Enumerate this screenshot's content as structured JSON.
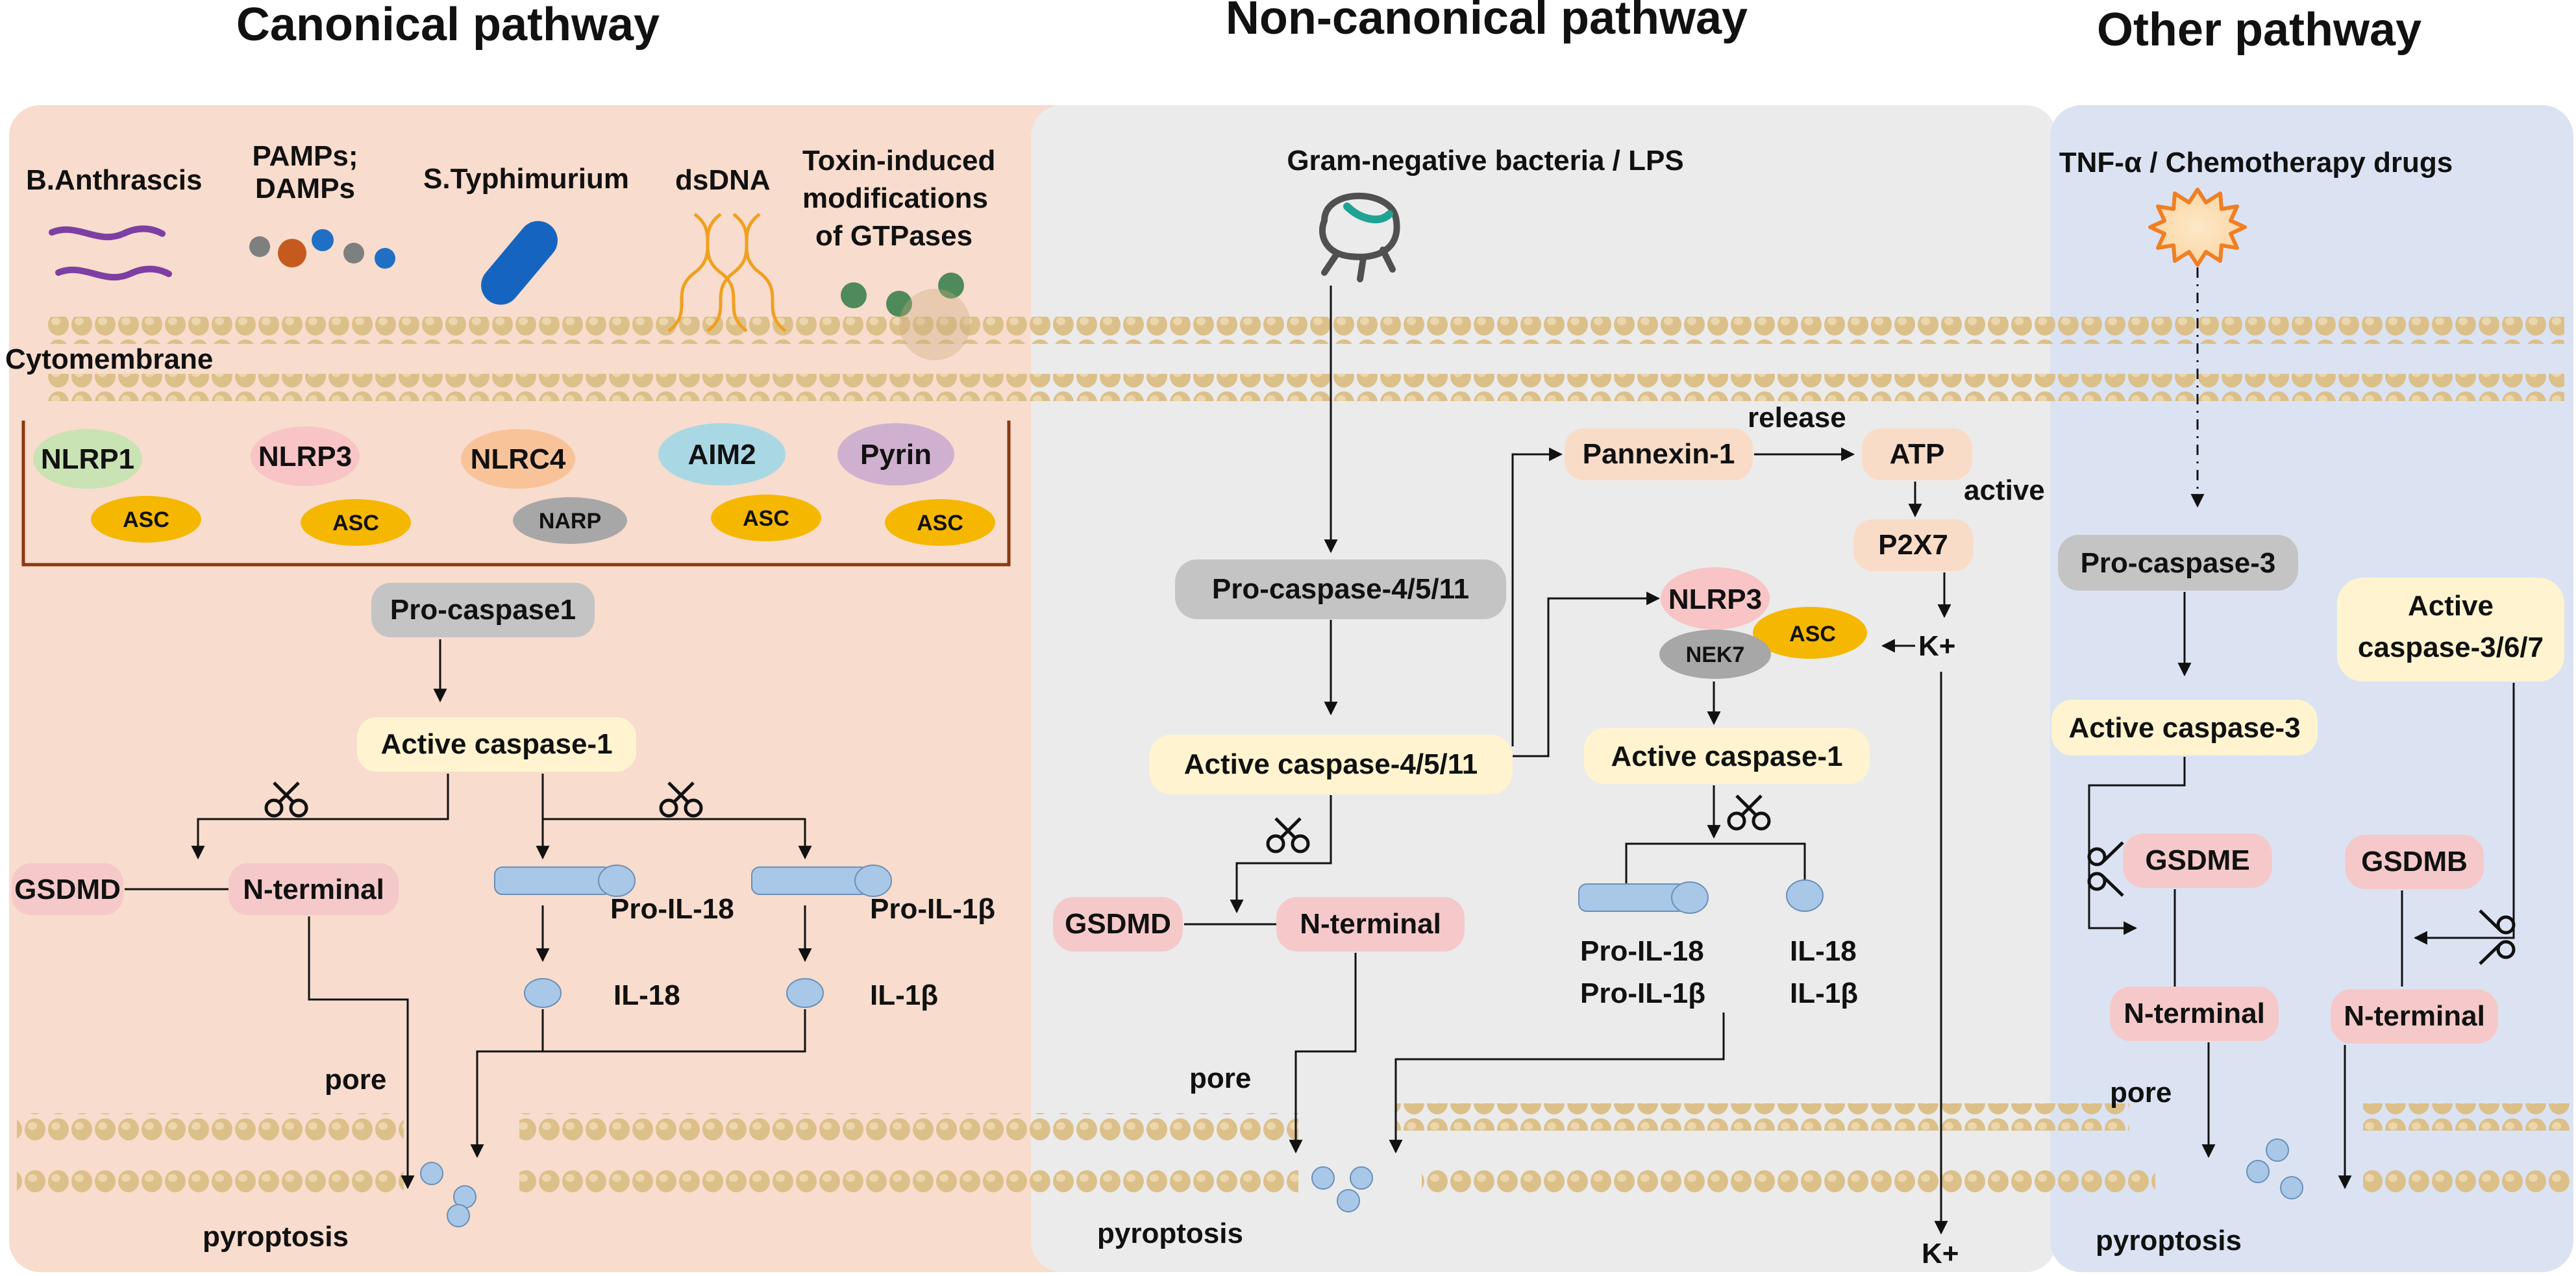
{
  "titles": {
    "canonical": "Canonical pathway",
    "noncanonical": "Non-canonical pathway",
    "other": "Other pathway"
  },
  "colors": {
    "canonical_panel": "#f8dccd",
    "noncanonical_panel": "#ebebeb",
    "other_panel": "#dbe3f3",
    "membrane": "#dcc08a",
    "pink_box": "#f5c9c9",
    "yellow_box": "#fff4cf",
    "grey_box": "#c4c4c4",
    "asc": "#f5b700",
    "cytokine": "#a9c8e8"
  },
  "canonical": {
    "triggers": {
      "anthrascis": "B.Anthrascis",
      "pamps_line1": "PAMPs;",
      "pamps_line2": "DAMPs",
      "typhimurium": "S.Typhimurium",
      "dsdna": "dsDNA",
      "toxin_line1": "Toxin-induced",
      "toxin_line2": "modifications",
      "toxin_line3": "of GTPases"
    },
    "membrane_label": "Cytomembrane",
    "sensors": {
      "nlrp1": "NLRP1",
      "nlrp3": "NLRP3",
      "nlrc4": "NLRC4",
      "aim2": "AIM2",
      "pyrin": "Pyrin",
      "asc": "ASC",
      "narp": "NARP"
    },
    "pro_caspase": "Pro-caspase1",
    "active_caspase": "Active caspase-1",
    "gsdmd": "GSDMD",
    "n_terminal": "N-terminal",
    "pro_il18": "Pro-IL-18",
    "pro_il1b": "Pro-IL-1β",
    "il18": "IL-18",
    "il1b": "IL-1β",
    "pore": "pore",
    "pyroptosis": "pyroptosis"
  },
  "noncanonical": {
    "trigger": "Gram-negative bacteria / LPS",
    "pro_caspase": "Pro-caspase-4/5/11",
    "active_caspase": "Active caspase-4/5/11",
    "gsdmd": "GSDMD",
    "n_terminal": "N-terminal",
    "pannexin": "Pannexin-1",
    "release": "release",
    "atp": "ATP",
    "active": "active",
    "p2x7": "P2X7",
    "nlrp3": "NLRP3",
    "asc": "ASC",
    "nek7": "NEK7",
    "k_plus": "K+",
    "active_caspase1": "Active caspase-1",
    "pro_il18": "Pro-IL-18",
    "pro_il1b": "Pro-IL-1β",
    "il18": "IL-18",
    "il1b": "IL-1β",
    "pore": "pore",
    "pyroptosis": "pyroptosis",
    "k_plus_out": "K+"
  },
  "other": {
    "trigger": "TNF-α / Chemotherapy drugs",
    "pro_caspase3": "Pro-caspase-3",
    "active_caspase3": "Active caspase-3",
    "active_caspase367_line1": "Active",
    "active_caspase367_line2": "caspase-3/6/7",
    "gsdme": "GSDME",
    "gsdmb": "GSDMB",
    "n_terminal_e": "N-terminal",
    "n_terminal_b": "N-terminal",
    "pore": "pore",
    "pyroptosis": "pyroptosis"
  }
}
